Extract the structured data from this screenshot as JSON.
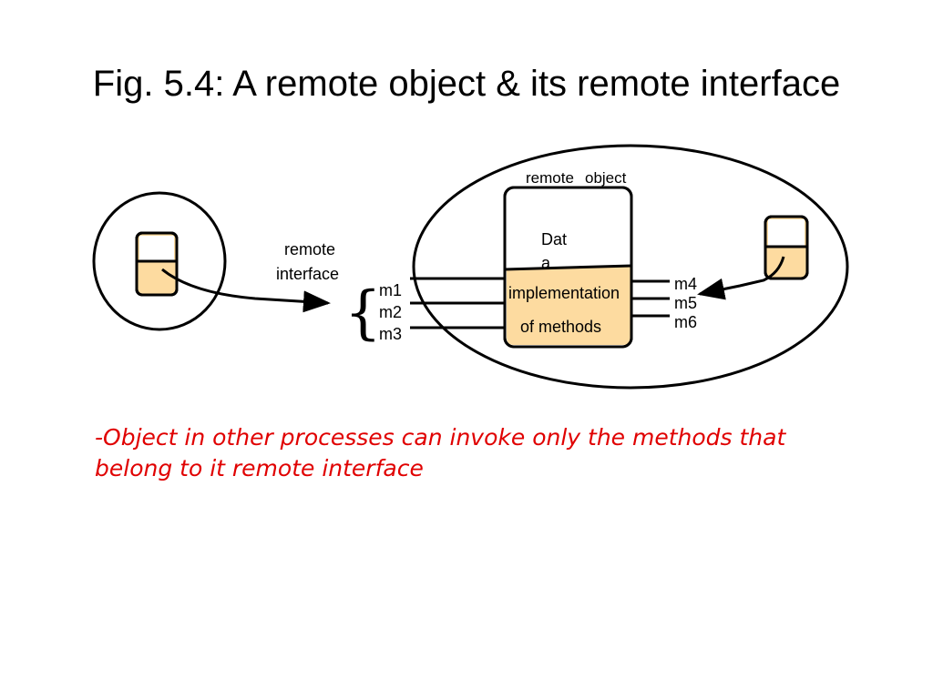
{
  "title": "Fig. 5.4: A remote object & its remote interface",
  "labels": {
    "remote_interface_line1": "remote",
    "remote_interface_line2": "interface",
    "remote_object_part1": "remote",
    "remote_object_part2": "object",
    "data_part1": "Dat",
    "data_part2": "a",
    "impl_line1": "implementation",
    "impl_line2": "of methods",
    "brace": "{",
    "methods_left": [
      "m1",
      "m2",
      "m3"
    ],
    "methods_right": [
      "m4",
      "m5",
      "m6"
    ]
  },
  "caption": {
    "line1": "-Object in other processes can invoke only the methods that",
    "line2": "belong to it remote interface"
  },
  "colors": {
    "fill": "#fddba0",
    "caption": "#e00000"
  }
}
